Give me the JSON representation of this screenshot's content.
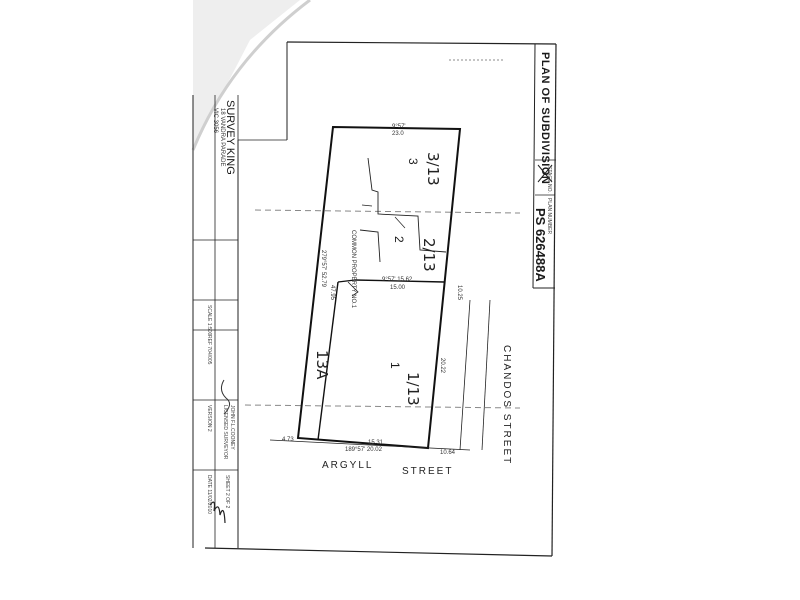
{
  "plan_title": "PLAN OF SUBDIVISION",
  "plan_number": "PS 626488A",
  "stage_label": "STAGE NO.",
  "plan_label": "PLAN NUMBER",
  "surveyor": {
    "firm": "SURVEY KING",
    "lines": [
      "18 VANDRA PARADE",
      "VIC 3056"
    ]
  },
  "streets": {
    "south": [
      "ARGYLL",
      "STREET"
    ],
    "east": "CHANDOS STREET"
  },
  "lots": {
    "lot1": "1",
    "lot2": "2",
    "lot3": "3",
    "common": "COMMON PROPERTY NO.1",
    "hand_1": "1/13",
    "hand_2": "2/13",
    "hand_3": "3/13",
    "hand_13a": "13A"
  },
  "dimensions": {
    "top_bearing": "9°57'",
    "top_length": "23.0",
    "bottom_bearing": "189°57' 20.02",
    "bottom_left": "4.73",
    "bottom_mid": "15.31",
    "bottom_right": "10.64",
    "west_bearing": "279°57' 52.79",
    "west_total": "47.95",
    "mid_bearing": "9°57' 15.62",
    "mid_length": "15.00",
    "east_upper": "10.25",
    "east_lower": "20.22"
  },
  "title_block": {
    "scale": "SCALE 1:500",
    "sheet": "SHEET 2 OF 2",
    "ref": "REF 704/005",
    "version": "VERSION 2",
    "licensed": "LICENSED SURVEYOR",
    "surveyor_name": "JOHN F.L.COONEY",
    "date": "DATE 11/02/2010"
  }
}
